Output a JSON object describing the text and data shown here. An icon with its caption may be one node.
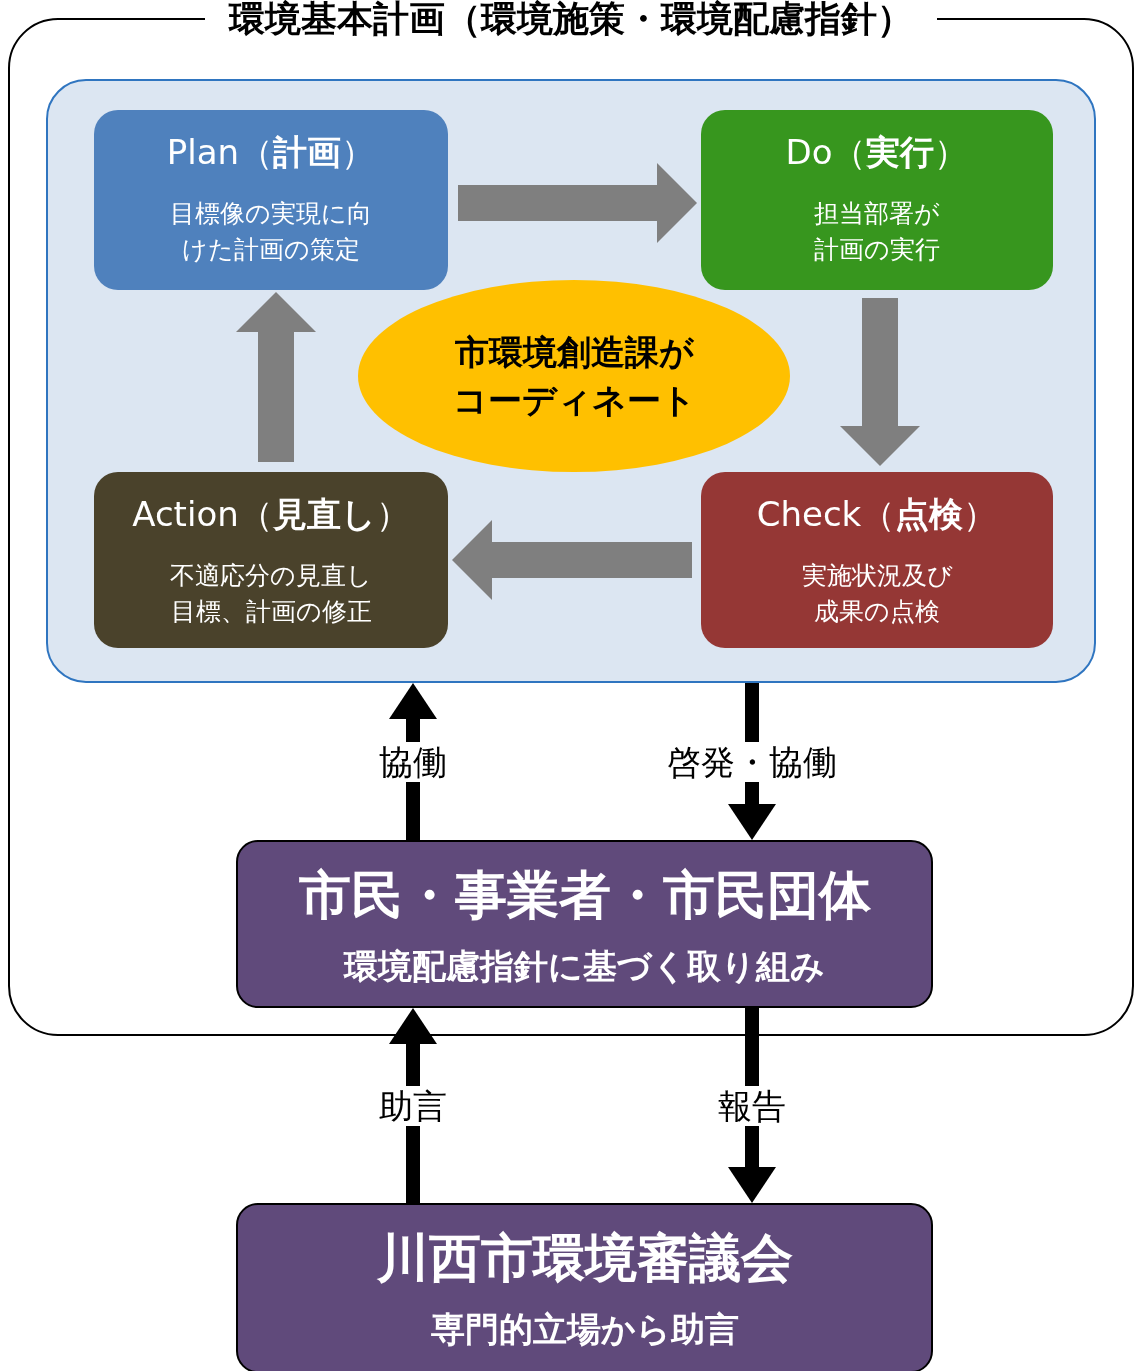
{
  "diagram": {
    "nodes": [
      {
        "text": [
          "環境基本計画（環境施策・環境配慮指針）"
        ]
      },
      {
        "text": [],
        "shape": "box",
        "in": 0
      },
      {
        "text": [
          "Plan（**計画**）",
          "目標像の実現に向けた計画の策定"
        ],
        "in": 1
      },
      {
        "text": [
          "Do（**実行**）",
          "担当部署が計画の実行"
        ],
        "in": 1
      },
      {
        "text": [
          "市環境創造課がコーディネート"
        ],
        "in": 1
      },
      {
        "text": [
          "Action（**見直し**）",
          "不適応分の見直し目標、計画の修正"
        ],
        "in": 1
      },
      {
        "text": [
          "Check（**点検**）",
          "実施状況及び成果の点検"
        ],
        "in": 1
      },
      {
        "text": [
          "市民・事業者・市民団体",
          "環境配慮指針に基づく取り組み"
        ],
        "in": 0
      },
      {
        "text": [
          "川西市環境審議会",
          "専門的立場から助言"
        ]
      }
    ],
    "edges": [
      {
        "from": 2,
        "to": 3,
        "arrow": "to",
        "style": "thick",
        "color": "#7f7f7f"
      },
      {
        "from": 3,
        "to": 6,
        "arrow": "to",
        "style": "thick",
        "color": "#7f7f7f"
      },
      {
        "from": 6,
        "to": 5,
        "arrow": "to",
        "style": "thick",
        "color": "#7f7f7f"
      },
      {
        "from": 5,
        "to": 2,
        "arrow": "to",
        "style": "thick",
        "color": "#7f7f7f"
      },
      {
        "from": 7,
        "to": 1,
        "arrow": "to",
        "label": "協働",
        "color": "#000000"
      },
      {
        "from": 1,
        "to": 7,
        "arrow": "to",
        "label": "啓発・協働",
        "color": "#000000"
      },
      {
        "from": 8,
        "to": 7,
        "arrow": "to",
        "label": "助言",
        "color": "#000000"
      },
      {
        "from": 7,
        "to": 8,
        "arrow": "to",
        "label": "報告",
        "color": "#000000"
      }
    ]
  }
}
